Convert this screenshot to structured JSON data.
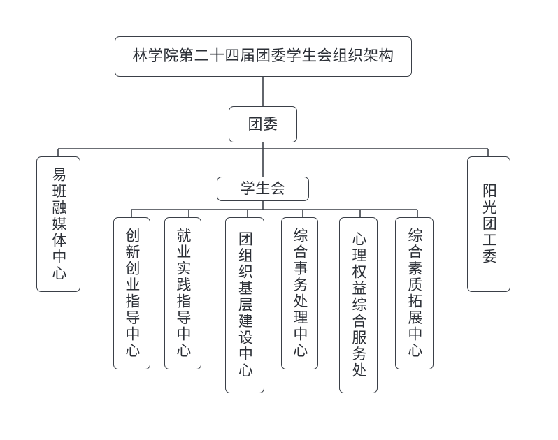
{
  "diagram": {
    "type": "organization-chart",
    "title": "林学院第二十四届团委学生会组织架构",
    "line_color": "#3a3f47",
    "text_color": "#2b2f36",
    "background": "#ffffff",
    "nodes": {
      "title": {
        "label": "林学院第二十四届团委学生会组织架构",
        "orientation": "horizontal"
      },
      "league_committee": {
        "label": "团委",
        "orientation": "horizontal"
      },
      "student_union": {
        "label": "学生会",
        "orientation": "horizontal"
      },
      "yiban_media": {
        "label": "易班融媒体中心",
        "orientation": "vertical"
      },
      "sunshine_league": {
        "label": "阳光团工委",
        "orientation": "vertical"
      }
    },
    "union_departments": [
      {
        "label": "创新创业指导中心",
        "orientation": "vertical"
      },
      {
        "label": "就业实践指导中心",
        "orientation": "vertical"
      },
      {
        "label": "团组织基层建设中心",
        "orientation": "vertical"
      },
      {
        "label": "综合事务处理中心",
        "orientation": "vertical"
      },
      {
        "label": "心理权益综合服务处",
        "orientation": "vertical"
      },
      {
        "label": "综合素质拓展中心",
        "orientation": "vertical"
      }
    ]
  }
}
